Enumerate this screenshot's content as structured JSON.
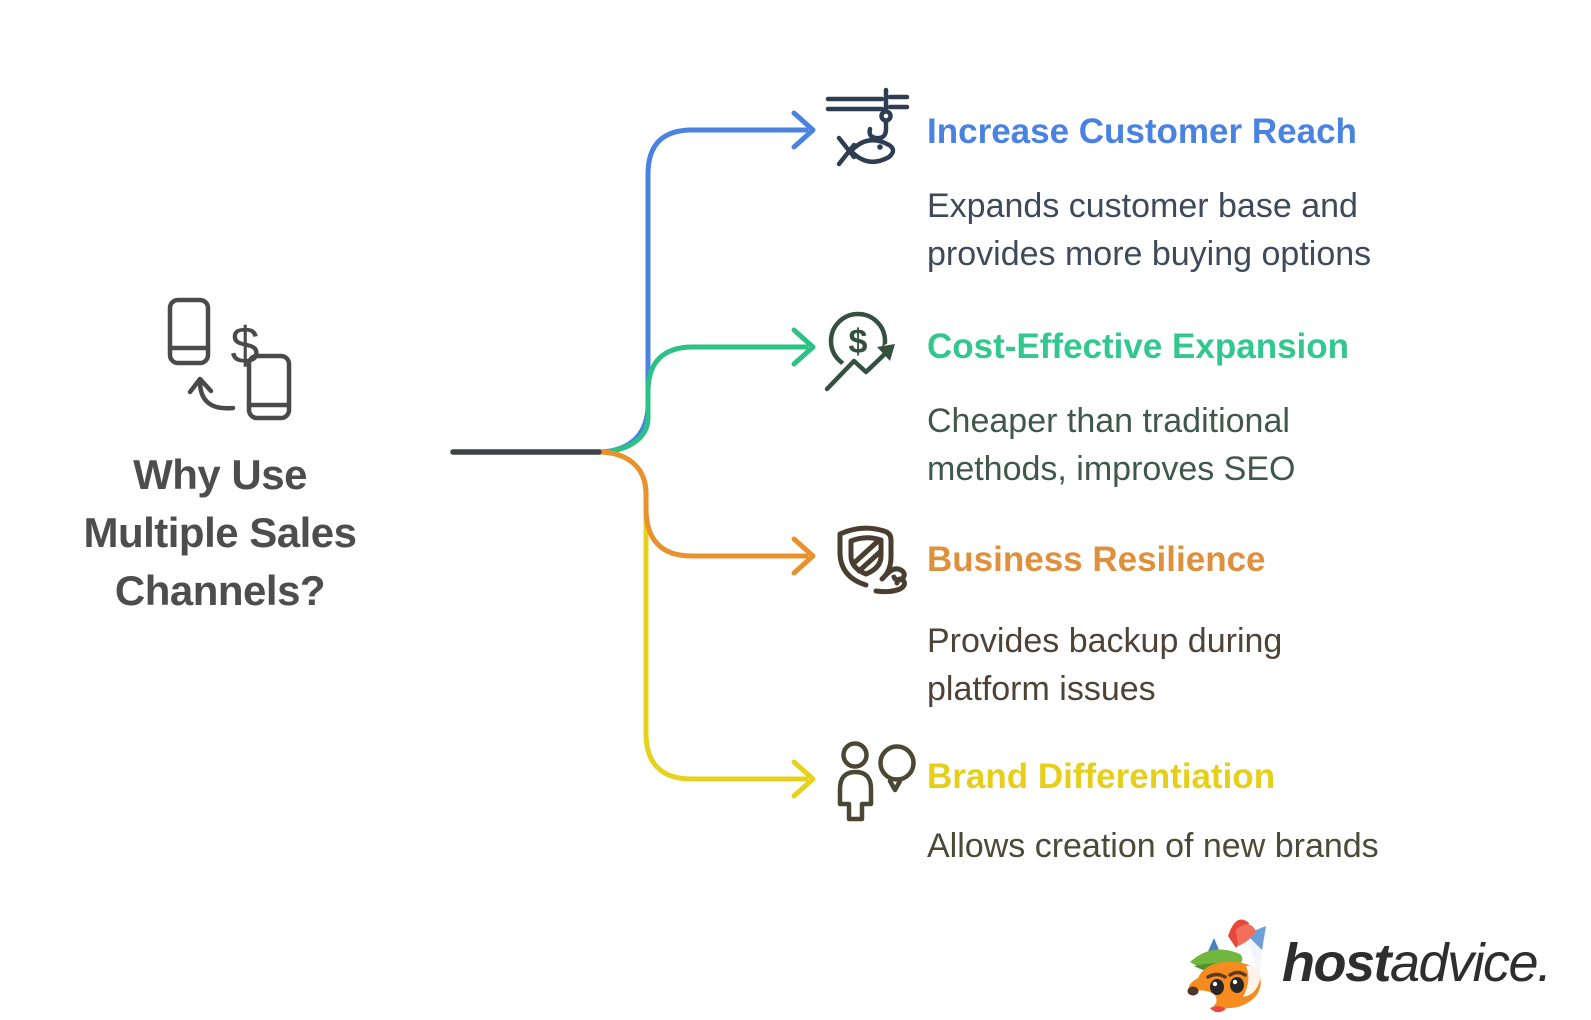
{
  "title": {
    "text": "Why Use\nMultiple Sales\nChannels?"
  },
  "branches": [
    {
      "heading": "Increase Customer Reach",
      "body": "Expands customer base and\nprovides more buying options",
      "icon": "fishing-rod-hook-fish-icon"
    },
    {
      "heading": "Cost-Effective Expansion",
      "body": "Cheaper than traditional\nmethods, improves SEO",
      "icon": "dollar-coin-growth-arrow-icon"
    },
    {
      "heading": "Business Resilience",
      "body": "Provides backup during\nplatform issues",
      "icon": "shield-wind-icon"
    },
    {
      "heading": "Brand Differentiation",
      "body": "Allows creation of new brands",
      "icon": "person-lightbulb-icon"
    }
  ],
  "left_icon": {
    "name": "phones-money-exchange-icon",
    "dollar": "$"
  },
  "coin_icon": {
    "dollar": "$"
  },
  "logo": {
    "bold": "host",
    "light": "advice."
  },
  "colors": {
    "trunk": "#3f4349",
    "branch_blue": "#4a82e2",
    "branch_green": "#2cc285",
    "branch_orange": "#e8912d",
    "branch_yellow": "#e5d21d",
    "heading_blue": "#4a82e2",
    "heading_green": "#31c78e",
    "heading_orange": "#df903d",
    "heading_yellow": "#e5cf1b",
    "body_blue": "#3e4a5a",
    "body_green": "#3f584b",
    "body_orange": "#4f4337",
    "body_yellow": "#4b4a36",
    "title_color": "#4d4d4d",
    "icon_phones": "#4a4a4a",
    "icon_fish": "#2e3d51",
    "icon_coin": "#34503e",
    "icon_shield": "#4a3e31",
    "icon_person": "#4b4732",
    "logo_text": "#2e2e2e"
  }
}
